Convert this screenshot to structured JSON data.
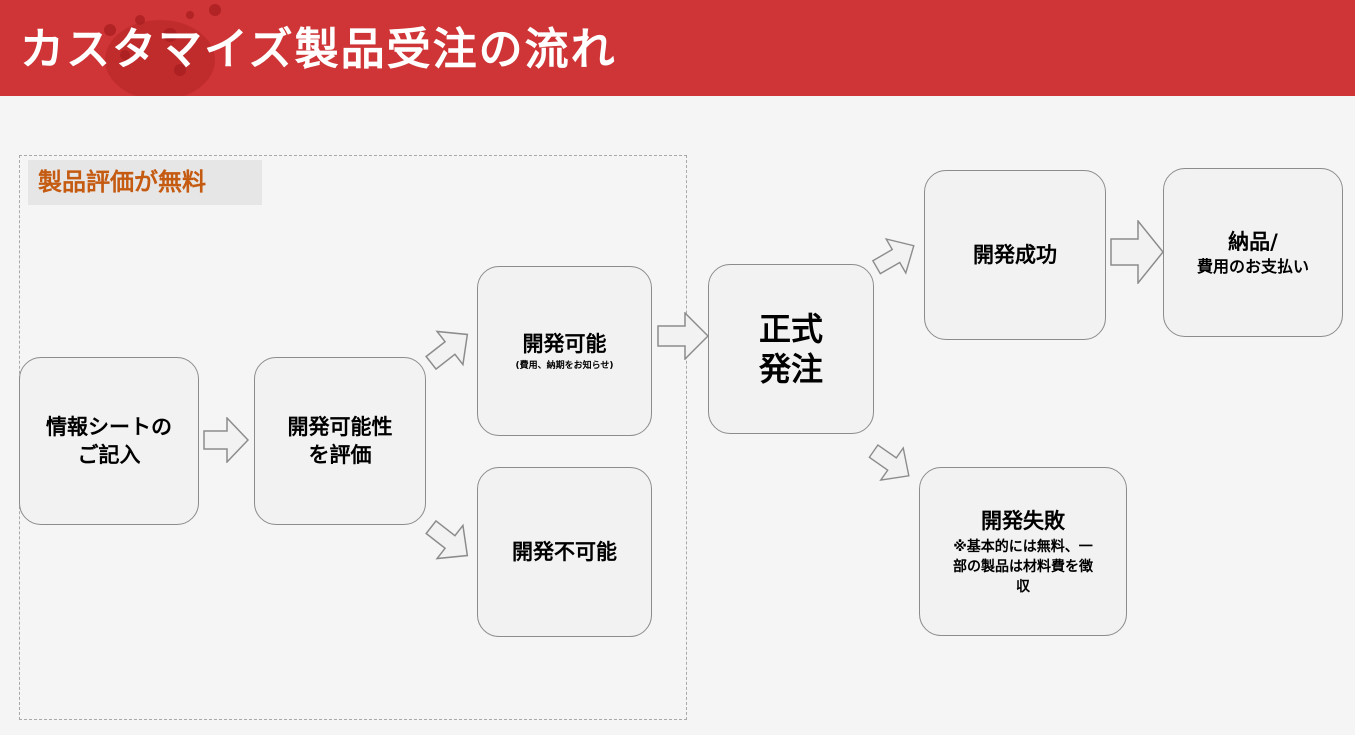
{
  "header": {
    "title": "カスタマイズ製品受注の流れ",
    "background": "#cf3536"
  },
  "evaluation_region": {
    "label": "製品評価が無料",
    "label_color": "#c55a11"
  },
  "steps": {
    "info_sheet": {
      "label": "情報シートの\nご記入"
    },
    "feasibility": {
      "label": "開発可能性\nを評価"
    },
    "feasible": {
      "label": "開発可能",
      "note": "(費用、納期をお知らせ)"
    },
    "infeasible": {
      "label": "開発不可能"
    },
    "formal_order": {
      "label": "正式\n発注"
    },
    "dev_success": {
      "label": "開発成功"
    },
    "delivery": {
      "label": "納品/",
      "sub": "費用のお支払い"
    },
    "dev_failure": {
      "label": "開発失敗",
      "note": "※基本的には無料、一\n部の製品は材料費を徴\n収"
    }
  }
}
